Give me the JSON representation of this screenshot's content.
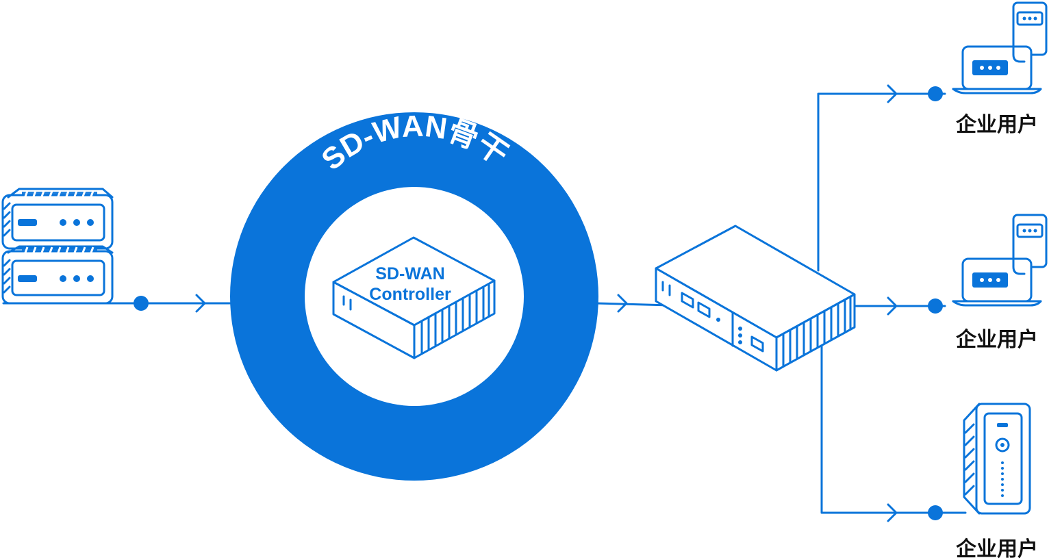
{
  "diagram": {
    "backbone_label": "SD-WAN骨干",
    "controller_label_line1": "SD-WAN",
    "controller_label_line2": "Controller",
    "user_labels": [
      "企业用户",
      "企业用户",
      "企业用户"
    ]
  },
  "colors": {
    "accent": "#0a74da",
    "text": "#111111",
    "background": "#ffffff"
  },
  "icons": {
    "source": "server-stack-icon",
    "controller": "controller-appliance-icon",
    "gateway": "cpe-gateway-icon",
    "user_top": "desktop-computer-icon",
    "user_mid": "desktop-computer-icon",
    "user_bottom": "tower-router-icon"
  }
}
